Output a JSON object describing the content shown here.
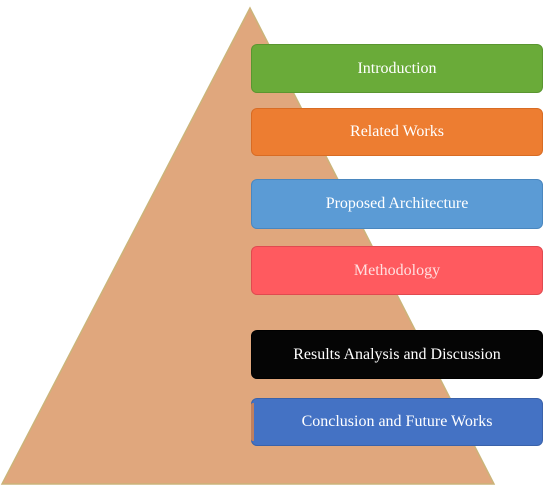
{
  "colors": {
    "pyramid": "#e0a77d",
    "pyramid_edge": "#c9b87a"
  },
  "layers": [
    {
      "label": "Introduction",
      "color": "#6aab39"
    },
    {
      "label": "Related Works",
      "color": "#ed7d31"
    },
    {
      "label": "Proposed Architecture",
      "color": "#5b9bd5"
    },
    {
      "label": "Methodology",
      "color": "#ff5a5f"
    },
    {
      "label": "Results Analysis and Discussion",
      "color": "#050505"
    },
    {
      "label": "Conclusion and Future Works",
      "color": "#4472c4"
    }
  ]
}
